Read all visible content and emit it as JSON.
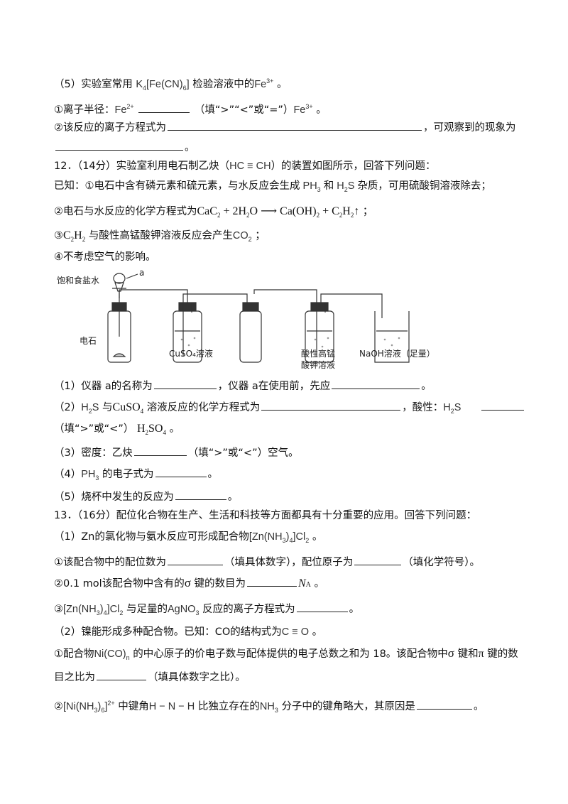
{
  "q11_5": {
    "title_pre": "（5）实验室常用",
    "title_post": "检验溶液中的",
    "line1_pre": "①离子半径：",
    "line1_fill": "（填“>”“<”或“=”）",
    "line2_pre": "②该反应的离子方程式为",
    "line2_mid": "，可观察到的现象为",
    "end_mark": "。"
  },
  "q12": {
    "head": "12．（14分）实验室利用电石制乙炔（",
    "head_formula": "HC ≡ CH",
    "head_post": "）的装置如图所示，回答下列问题：",
    "known1": "已知：①电石中含有磷元素和硫元素，与水反应会生成",
    "known1_and": "和",
    "known1_post": "杂质，可用硫酸铜溶液除去；",
    "known2": "②电石与水反应的化学方程式为",
    "known3_post": "与酸性高锰酸钾溶液反应会产生",
    "known4": "④不考虑空气的影响。",
    "fig": {
      "funnel_label": "饱和食盐水",
      "a_label": "a",
      "carbide_label": "电石",
      "cuso4_label": "CuSO₄溶液",
      "kmno4_label1": "酸性高锰",
      "kmno4_label2": "酸钾溶液",
      "naoh_label": "NaOH溶液（足量）"
    },
    "p1_pre": "（1）仪器 a的名称为",
    "p1_mid": "，仪器 a在使用前，先应",
    "p2_pre": "（2）",
    "p2_mid": "与",
    "p2_mid2": "溶液反应的化学方程式为",
    "p2_acid": "，酸性：",
    "p2_fill": "（填“>”或“<”）",
    "p3_pre": "（3）密度：乙炔",
    "p3_post": "（填“>”或“<”）空气。",
    "p4_post": "的电子式为",
    "p4_pre": "（4）",
    "p5": "（5）烧杯中发生的反应为"
  },
  "q13": {
    "head": "13．（16分）配位化合物在生产、生活和科技等方面都具有十分重要的应用。回答下列问题：",
    "p1_pre": "（1）Zn的氯化物与氨水反应可形成配合物",
    "p1a_pre": "①该配合物中的配位数为",
    "p1a_mid": "（填具体数字），配位原子为",
    "p1a_post": "（填化学符号）。",
    "p1b_pre": "②0.1 mol该配合物中含有的",
    "p1b_mid": "键的数目为",
    "p1c_mid": "与足量的",
    "p1c_post": "反应的离子方程式为",
    "p2_pre": "（2）镍能形成多种配合物。已知：CO的结构式为",
    "p2a_pre": "①配合物",
    "p2a_mid": "的中心原子的价电子数与配体提供的电子总数之和为 18。该配合物中",
    "p2a_mid2": "键和",
    "p2a_mid3": "键的数",
    "p2a_line2": "目之比为",
    "p2a_line2_post": "（填具体数字之比）。",
    "p2b_mid": "中键角",
    "p2b_mid2": "比独立存在的",
    "p2b_post": "分子中的键角略大，其原因是"
  }
}
